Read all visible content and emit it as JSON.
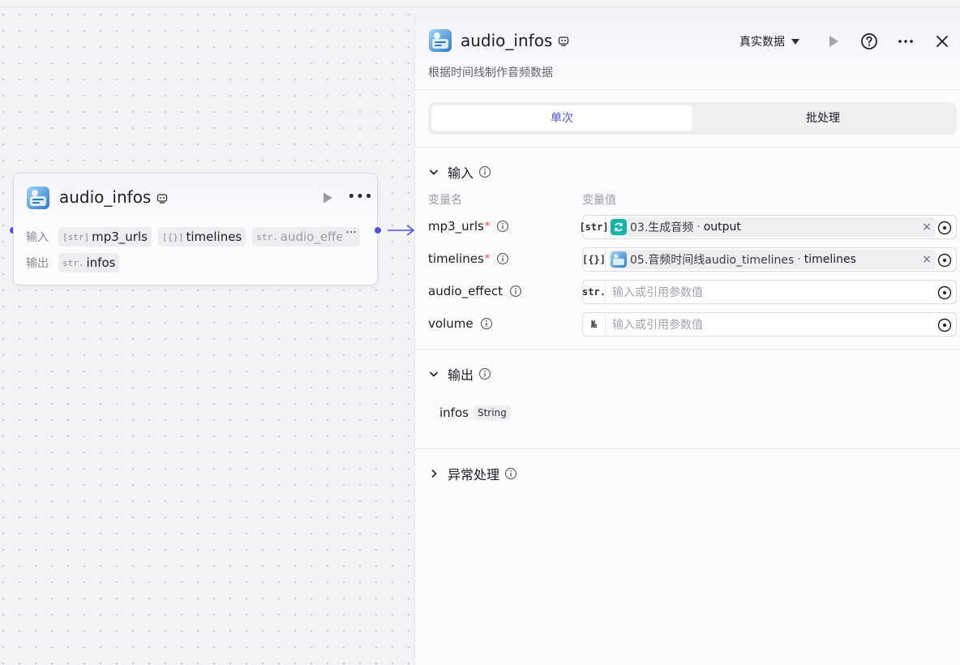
{
  "node": {
    "title": "audio_infos",
    "input_label": "输入",
    "output_label": "输出",
    "inputs": [
      {
        "type": "[str]",
        "name": "mp3_urls"
      },
      {
        "type": "[{}]",
        "name": "timelines"
      },
      {
        "type": "str.",
        "name": "audio_effect"
      }
    ],
    "more_label": "···",
    "outputs": [
      {
        "type": "str.",
        "name": "infos"
      }
    ]
  },
  "panel": {
    "title": "audio_infos",
    "description": "根据时间线制作音频数据",
    "mode": "真实数据",
    "tabs": [
      {
        "label": "单次",
        "active": true
      },
      {
        "label": "批处理",
        "active": false
      }
    ],
    "input_section": "输入",
    "col_name": "变量名",
    "col_value": "变量值",
    "params": [
      {
        "name": "mp3_urls",
        "required": "*",
        "type": "[str]",
        "ref_node": "03.生成音频",
        "ref_field": "output",
        "placeholder": ""
      },
      {
        "name": "timelines",
        "required": "*",
        "type": "[{}]",
        "ref_node": "05.音频时间线audio_timelines",
        "ref_field": "timelines",
        "placeholder": ""
      },
      {
        "name": "audio_effect",
        "required": "",
        "type": "str.",
        "ref_node": "",
        "ref_field": "",
        "placeholder": "输入或引用参数值"
      },
      {
        "name": "volume",
        "required": "",
        "type": "№",
        "ref_node": "",
        "ref_field": "",
        "placeholder": "输入或引用参数值"
      }
    ],
    "ref_separator": "·",
    "clear_symbol": "×",
    "output_section": "输出",
    "output": {
      "name": "infos",
      "type": "String"
    },
    "exception_section": "异常处理"
  },
  "colors": {
    "accent": "#4d53e8",
    "teal": "#13b5a9",
    "required": "#e5484d"
  }
}
